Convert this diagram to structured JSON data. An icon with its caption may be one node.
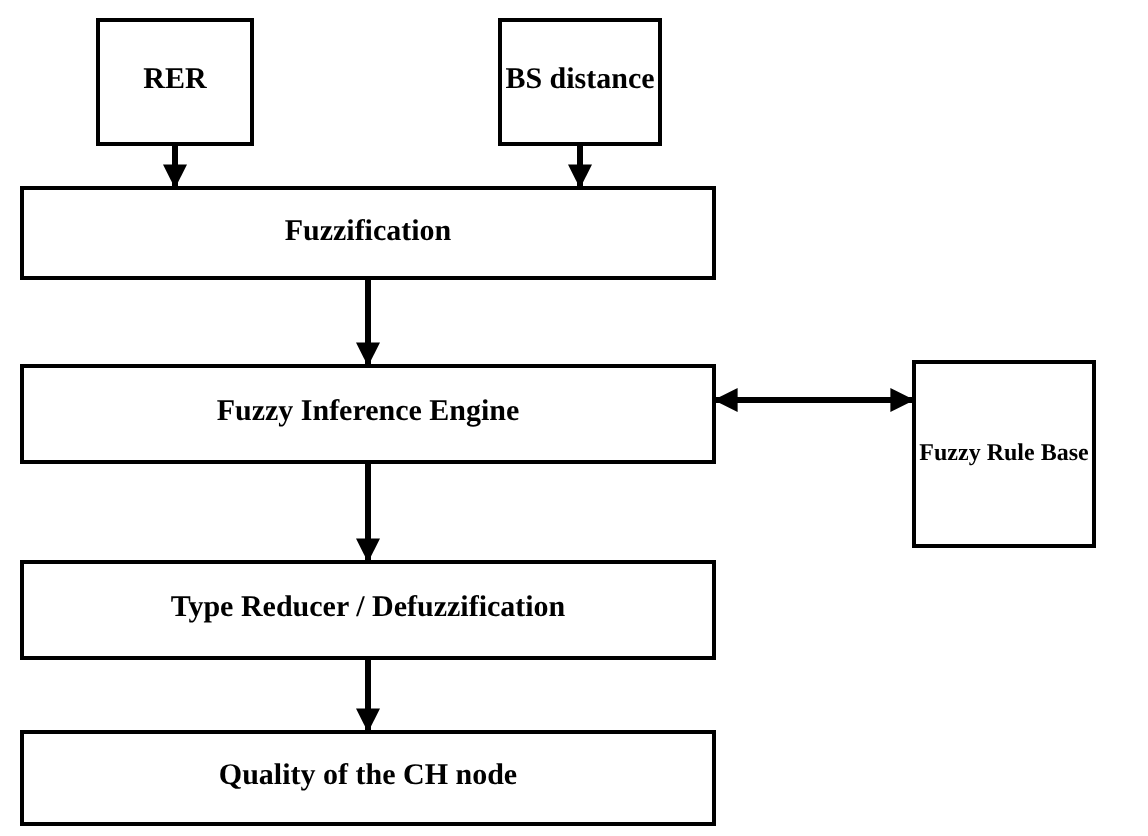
{
  "diagram": {
    "nodes": [
      {
        "text": [
          "RER"
        ]
      },
      {
        "text": [
          "BS distance"
        ]
      },
      {
        "text": [
          "Fuzzification"
        ]
      },
      {
        "text": [
          "Fuzzy Inference Engine"
        ]
      },
      {
        "text": [
          "Fuzzy Rule Base"
        ]
      },
      {
        "text": [
          "Type Reducer / Defuzzification"
        ]
      },
      {
        "text": [
          "Quality of the CH node"
        ]
      }
    ],
    "edges": [
      {
        "from": 0,
        "to": 2,
        "arrow": "to"
      },
      {
        "from": 1,
        "to": 2,
        "arrow": "to"
      },
      {
        "from": 2,
        "to": 3,
        "arrow": "to"
      },
      {
        "from": 3,
        "to": 4,
        "arrow": "both"
      },
      {
        "from": 3,
        "to": 5,
        "arrow": "to"
      },
      {
        "from": 5,
        "to": 6,
        "arrow": "to"
      }
    ]
  }
}
